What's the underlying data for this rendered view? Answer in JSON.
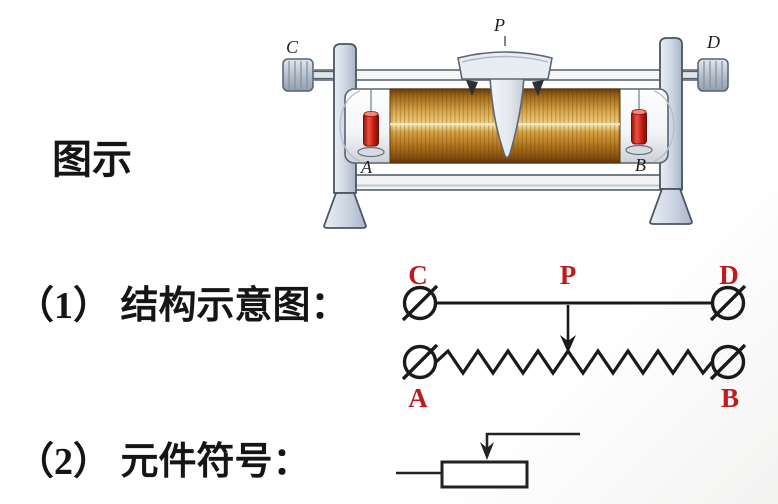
{
  "captions": {
    "photo": "图示",
    "item1": "（1） 结构示意图：",
    "item2": "（2） 元件符号："
  },
  "photo_labels": {
    "c": "C",
    "p": "P",
    "d": "D",
    "a": "A",
    "b": "B"
  },
  "schematic_labels": {
    "c": "C",
    "p": "P",
    "d": "D",
    "a": "A",
    "b": "B"
  },
  "colors": {
    "label_red": "#c1191d",
    "text_black": "#151515",
    "coil_copper": "#c98f2e",
    "frame_gray": "#cfd8e4",
    "post_red": "#cc2214"
  }
}
